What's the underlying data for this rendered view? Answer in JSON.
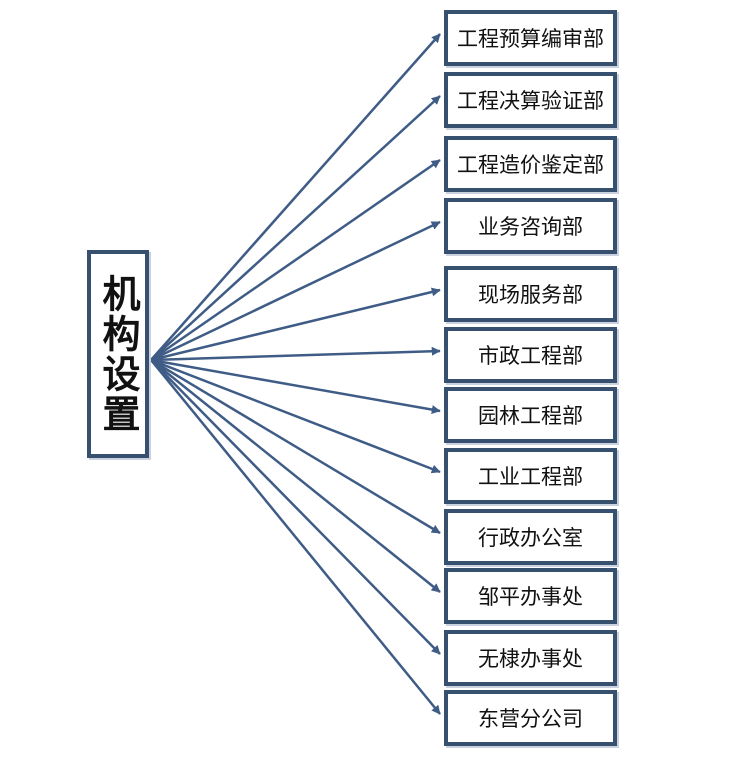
{
  "root": {
    "label": "机构设置"
  },
  "departments": [
    "工程预算编审部",
    "工程决算验证部",
    "工程造价鉴定部",
    "业务咨询部",
    "现场服务部",
    "市政工程部",
    "园林工程部",
    "工业工程部",
    "行政办公室",
    "邹平办事处",
    "无棣办事处",
    "东营分公司"
  ],
  "colors": {
    "border": "#37506f",
    "arrow": "#3f5c86",
    "text": "#111111"
  }
}
